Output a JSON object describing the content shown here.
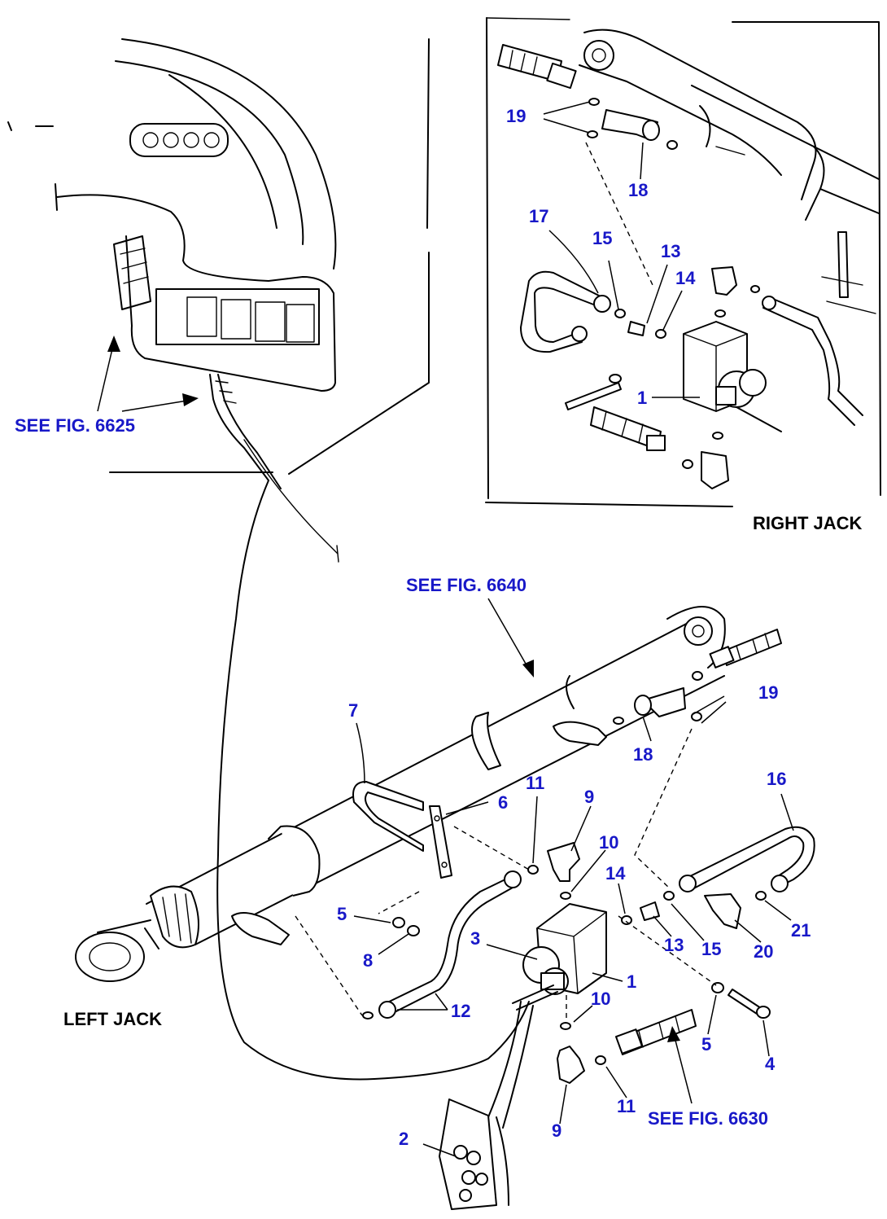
{
  "captions": {
    "right_jack": "RIGHT JACK",
    "left_jack": "LEFT JACK"
  },
  "references": {
    "fig_6625": "SEE FIG. 6625",
    "fig_6640": "SEE FIG. 6640",
    "fig_6630": "SEE FIG. 6630"
  },
  "right_jack_parts": {
    "p19": "19",
    "p18": "18",
    "p17": "17",
    "p15": "15",
    "p13": "13",
    "p14": "14",
    "p1": "1"
  },
  "left_jack_parts": {
    "p7": "7",
    "p6": "6",
    "p11a": "11",
    "p9a": "9",
    "p10a": "10",
    "p19": "19",
    "p18": "18",
    "p16": "16",
    "p5a": "5",
    "p8": "8",
    "p3": "3",
    "p14": "14",
    "p13": "13",
    "p15": "15",
    "p20": "20",
    "p21": "21",
    "p1": "1",
    "p10b": "10",
    "p12": "12",
    "p5b": "5",
    "p4": "4",
    "p2": "2",
    "p11b": "11",
    "p9b": "9"
  },
  "colors": {
    "callout": "#1818c8",
    "linework": "#000000"
  }
}
